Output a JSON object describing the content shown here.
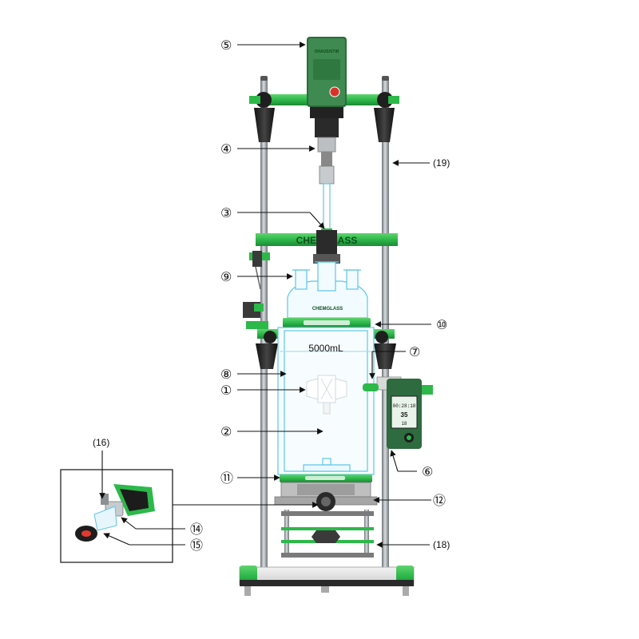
{
  "callouts": {
    "c1": "①",
    "c2": "②",
    "c3": "③",
    "c4": "④",
    "c5": "⑤",
    "c6": "⑥",
    "c7": "⑦",
    "c8": "⑧",
    "c9": "⑨",
    "c10": "⑩",
    "c11": "⑪",
    "c12": "⑫",
    "c14": "⑭",
    "c15": "⑮",
    "c16": "(16)",
    "c18": "(18)",
    "c19": "(19)"
  },
  "labels": {
    "frame_brand": "CHEMGLASS",
    "lid_brand": "CHEMGLASS",
    "volume_mark": "5000mL",
    "stirrer_brand": "OHAUS/STIR"
  },
  "controller": {
    "time_readout": "00:28:18",
    "value_1": "35",
    "value_2": "18"
  },
  "colors": {
    "green": "#2db84a",
    "dark_green": "#1e7a33",
    "glass": "#5ec6e8",
    "rod": "#9aa0a4",
    "black": "#1d1d1d"
  }
}
